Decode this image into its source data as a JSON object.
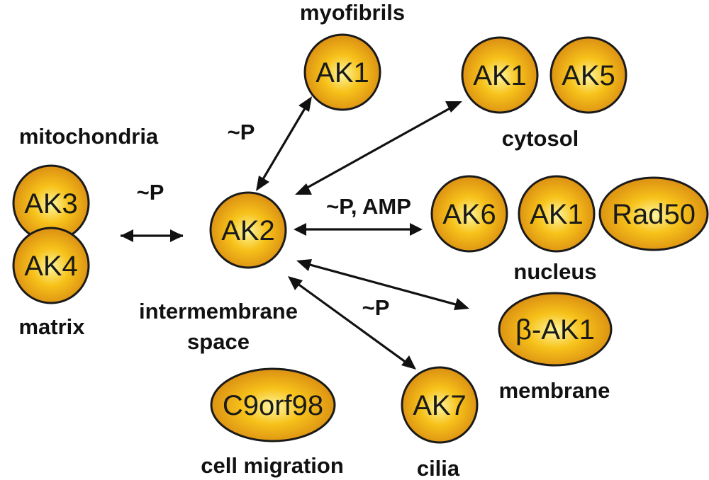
{
  "colors": {
    "node_center": "#fdf6a0",
    "node_mid": "#f7c21a",
    "node_edge": "#d88a12",
    "outline": "#1a1a1a",
    "text": "#111111"
  },
  "nodes": {
    "ak2": "AK2",
    "ak3": "AK3",
    "ak4": "AK4",
    "ak1_myofibrils": "AK1",
    "ak1_cytosol": "AK1",
    "ak5": "AK5",
    "ak6": "AK6",
    "ak1_nucleus": "AK1",
    "rad50": "Rad50",
    "beta_ak1": "β-AK1",
    "ak7": "AK7",
    "c9orf98": "C9orf98"
  },
  "locations": {
    "mitochondria": "mitochondria",
    "matrix": "matrix",
    "intermembrane_1": "intermembrane",
    "intermembrane_2": "space",
    "myofibrils": "myofibrils",
    "cytosol": "cytosol",
    "nucleus": "nucleus",
    "membrane": "membrane",
    "cilia": "cilia",
    "cell_migration": "cell migration"
  },
  "arrow_labels": {
    "to_matrix": "~P",
    "to_myofibrils": "~P",
    "to_nucleus": "~P, AMP",
    "to_cilia": "~P"
  }
}
